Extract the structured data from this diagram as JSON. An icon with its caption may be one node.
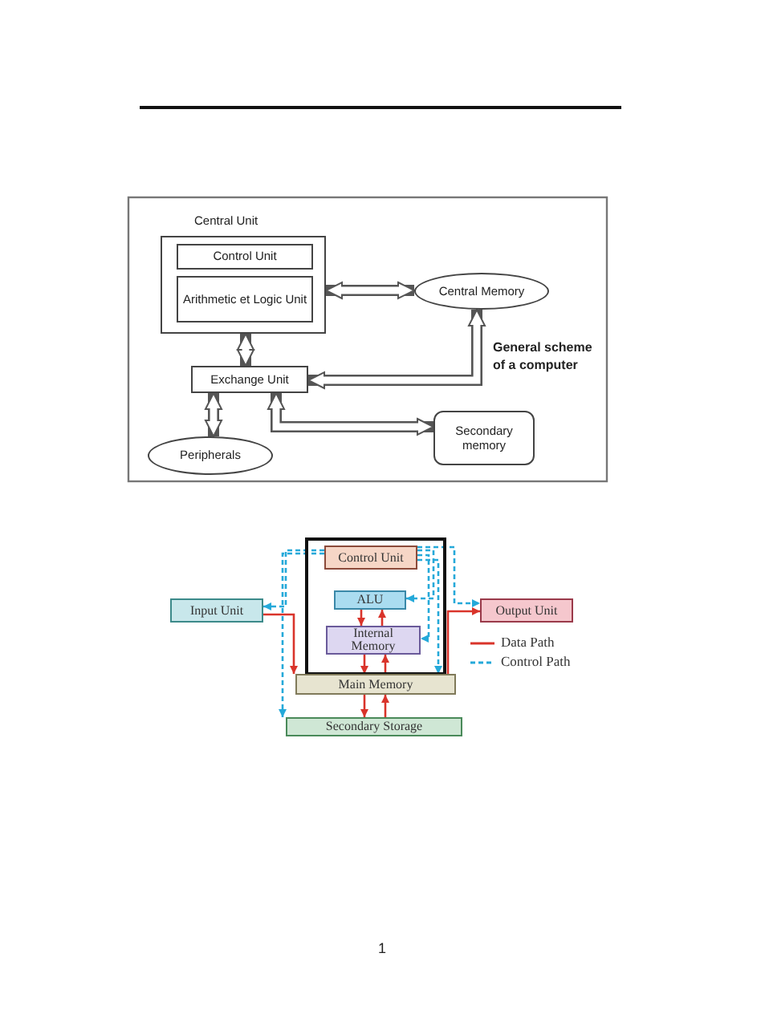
{
  "diagram": {
    "nodes": [
      {
        "text": [
          "Central Unit"
        ]
      },
      {
        "text": [
          "Control Unit"
        ],
        "in": 0
      },
      {
        "text": [
          "Arithmetic et Logic Unit"
        ],
        "in": 0
      },
      {
        "text": [
          "Central Memory"
        ]
      },
      {
        "text": [
          "Exchange Unit"
        ]
      },
      {
        "text": [
          "Peripherals"
        ]
      },
      {
        "text": [
          "Secondary memory"
        ]
      },
      {
        "text": [],
        "shape": "box"
      },
      {
        "text": [
          "Control Unit"
        ],
        "in": 7
      },
      {
        "text": [
          "ALU"
        ],
        "in": 7
      },
      {
        "text": [
          "Internal Memory"
        ],
        "in": 7
      },
      {
        "text": [
          "Input Unit"
        ]
      },
      {
        "text": [
          "Output Unit"
        ]
      },
      {
        "text": [
          "Main Memory"
        ]
      },
      {
        "text": [
          "Secondary Storage"
        ]
      }
    ],
    "edges": [
      {
        "from": 0,
        "to": 3,
        "arrow": "both",
        "style": "thick",
        "color": "#555555"
      },
      {
        "from": 0,
        "to": 4,
        "arrow": "both",
        "style": "thick",
        "color": "#555555"
      },
      {
        "from": 3,
        "to": 4,
        "arrow": "both",
        "style": "thick",
        "color": "#555555"
      },
      {
        "from": 4,
        "to": 5,
        "arrow": "both",
        "style": "thick",
        "color": "#555555"
      },
      {
        "from": 4,
        "to": 6,
        "arrow": "both",
        "style": "thick",
        "color": "#555555"
      },
      {
        "from": 11,
        "to": 13,
        "arrow": "to",
        "color": "#d9342b"
      },
      {
        "from": 13,
        "to": 12,
        "arrow": "to",
        "color": "#d9342b"
      },
      {
        "from": 9,
        "to": 10,
        "arrow": "to",
        "color": "#d9342b"
      },
      {
        "from": 10,
        "to": 9,
        "arrow": "to",
        "color": "#d9342b"
      },
      {
        "from": 10,
        "to": 13,
        "arrow": "to",
        "color": "#d9342b"
      },
      {
        "from": 13,
        "to": 10,
        "arrow": "to",
        "color": "#d9342b"
      },
      {
        "from": 13,
        "to": 14,
        "arrow": "to",
        "color": "#d9342b"
      },
      {
        "from": 14,
        "to": 13,
        "arrow": "to",
        "color": "#d9342b"
      },
      {
        "from": 8,
        "to": 11,
        "arrow": "to",
        "style": "dashed",
        "color": "#25a9d9"
      },
      {
        "from": 8,
        "to": 14,
        "arrow": "to",
        "style": "dashed",
        "color": "#25a9d9"
      },
      {
        "from": 8,
        "to": 9,
        "arrow": "to",
        "style": "dashed",
        "color": "#25a9d9"
      },
      {
        "from": 8,
        "to": 10,
        "arrow": "to",
        "style": "dashed",
        "color": "#25a9d9"
      },
      {
        "from": 8,
        "to": 13,
        "arrow": "to",
        "style": "dashed",
        "color": "#25a9d9"
      },
      {
        "from": 8,
        "to": 12,
        "arrow": "to",
        "style": "dashed",
        "color": "#25a9d9"
      }
    ],
    "labels": [
      "General scheme of a computer",
      "1"
    ],
    "legend": [
      {
        "text": "Data Path"
      },
      {
        "text": "Control Path"
      }
    ]
  }
}
